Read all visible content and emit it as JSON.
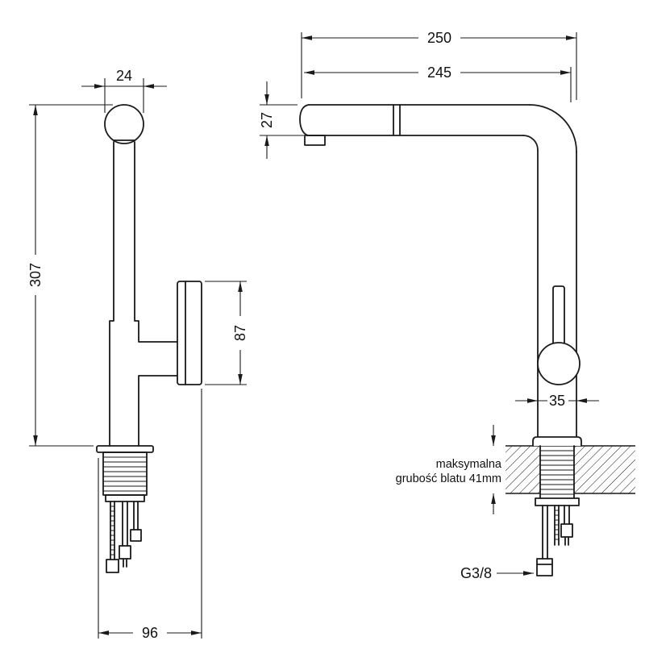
{
  "page": {
    "background": "#ffffff",
    "line_color": "#1a1a1a"
  },
  "drawing": {
    "left_view": {
      "dim_cap_diameter": "24",
      "dim_total_height": "307",
      "dim_handle_height": "87",
      "dim_base_depth": "96"
    },
    "right_view": {
      "dim_overall_depth": "250",
      "dim_spout_reach": "245",
      "dim_spout_height": "27",
      "dim_body_width": "35",
      "countertop_note_line1": "maksymalna",
      "countertop_note_line2": "grubość blatu 41mm",
      "connection_thread": "G3/8"
    }
  }
}
